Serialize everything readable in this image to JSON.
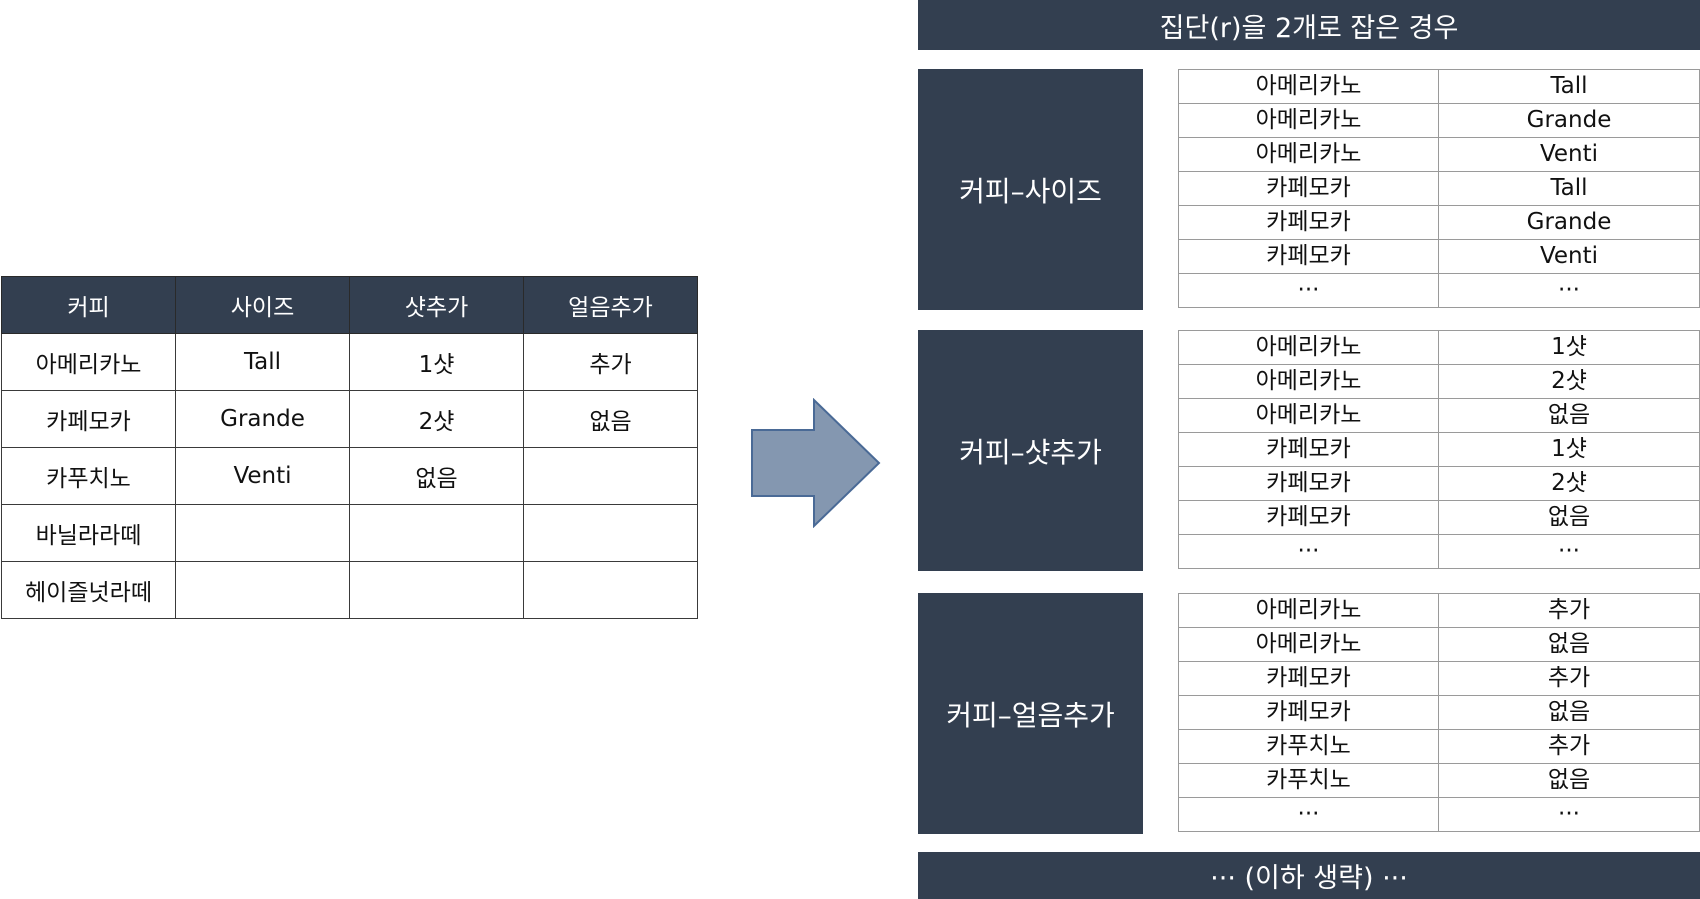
{
  "source_table": {
    "headers": [
      "커피",
      "사이즈",
      "샷추가",
      "얼음추가"
    ],
    "rows": [
      [
        "아메리카노",
        "Tall",
        "1샷",
        "추가"
      ],
      [
        "카페모카",
        "Grande",
        "2샷",
        "없음"
      ],
      [
        "카푸치노",
        "Venti",
        "없음",
        ""
      ],
      [
        "바닐라라떼",
        "",
        "",
        ""
      ],
      [
        "헤이즐넛라떼",
        "",
        "",
        ""
      ]
    ]
  },
  "arrow": {
    "icon": "right-arrow-icon",
    "color": "#8497b0"
  },
  "panel": {
    "title": "집단(r)을 2개로 잡은 경우",
    "footer": "··· (이하 생략) ···",
    "groups": [
      {
        "label": "커피–사이즈",
        "rows": [
          [
            "아메리카노",
            "Tall"
          ],
          [
            "아메리카노",
            "Grande"
          ],
          [
            "아메리카노",
            "Venti"
          ],
          [
            "카페모카",
            "Tall"
          ],
          [
            "카페모카",
            "Grande"
          ],
          [
            "카페모카",
            "Venti"
          ],
          [
            "···",
            "···"
          ]
        ]
      },
      {
        "label": "커피–샷추가",
        "rows": [
          [
            "아메리카노",
            "1샷"
          ],
          [
            "아메리카노",
            "2샷"
          ],
          [
            "아메리카노",
            "없음"
          ],
          [
            "카페모카",
            "1샷"
          ],
          [
            "카페모카",
            "2샷"
          ],
          [
            "카페모카",
            "없음"
          ],
          [
            "···",
            "···"
          ]
        ]
      },
      {
        "label": "커피–얼음추가",
        "rows": [
          [
            "아메리카노",
            "추가"
          ],
          [
            "아메리카노",
            "없음"
          ],
          [
            "카페모카",
            "추가"
          ],
          [
            "카페모카",
            "없음"
          ],
          [
            "카푸치노",
            "추가"
          ],
          [
            "카푸치노",
            "없음"
          ],
          [
            "···",
            "···"
          ]
        ]
      }
    ]
  },
  "colors": {
    "header_fill": "#333f50",
    "arrow_fill": "#8497b0",
    "arrow_stroke": "#4a6a96"
  }
}
